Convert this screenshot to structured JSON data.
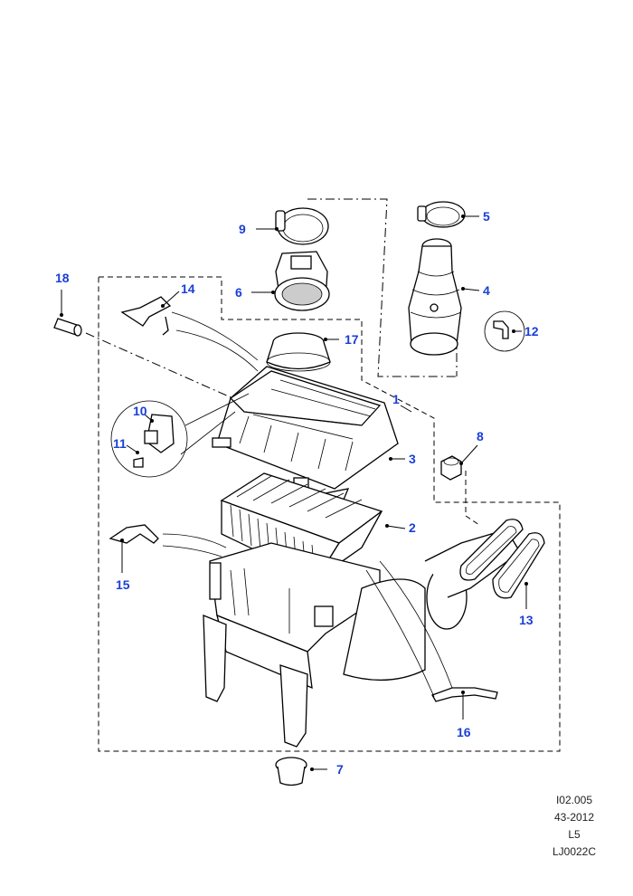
{
  "callouts": [
    "1",
    "2",
    "3",
    "4",
    "5",
    "6",
    "7",
    "8",
    "9",
    "10",
    "11",
    "12",
    "13",
    "14",
    "15",
    "16",
    "17",
    "18"
  ],
  "reference": {
    "line1": "I02.005",
    "line2": "43-2012",
    "line3": "L5",
    "line4": "LJ0022C"
  },
  "colors": {
    "callout": "#1a3fd6",
    "line": "#000000"
  }
}
